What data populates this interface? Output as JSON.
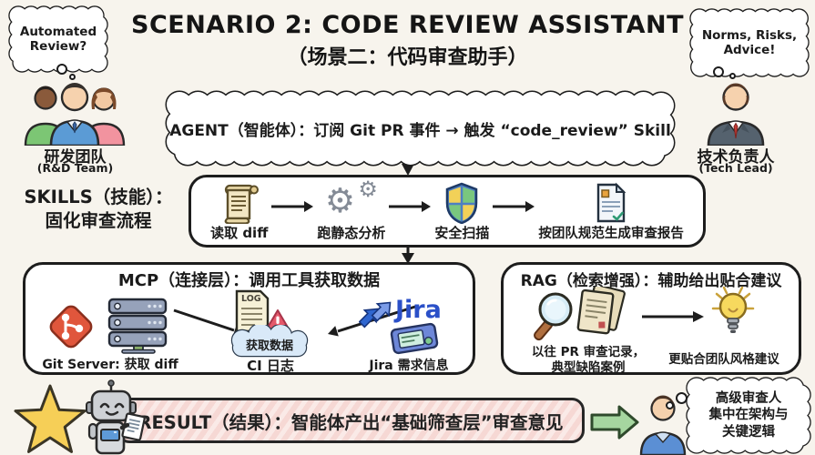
{
  "header": {
    "title": "SCENARIO 2: CODE REVIEW ASSISTANT",
    "subtitle": "（场景二：代码审查助手）"
  },
  "rd_team": {
    "thought_line1": "Automated",
    "thought_line2": "Review?",
    "name": "研发团队",
    "subname": "(R&D Team)"
  },
  "tech_lead": {
    "thought_line1": "Norms, Risks,",
    "thought_line2": "Advice!",
    "name": "技术负责人",
    "subname": "(Tech Lead)"
  },
  "agent": {
    "text": "AGENT（智能体）：订阅 Git PR 事件 → 触发 “code_review” Skill"
  },
  "skills": {
    "label1": "SKILLS（技能）：",
    "label2": "固化审查流程",
    "steps": [
      {
        "icon": "scroll-icon",
        "label": "读取 diff"
      },
      {
        "icon": "gears-icon",
        "label": "跑静态分析"
      },
      {
        "icon": "shield-icon",
        "label": "安全扫描"
      },
      {
        "icon": "report-icon",
        "label": "按团队规范生成审查报告"
      }
    ]
  },
  "mcp": {
    "title": "MCP（连接层）：调用工具获取数据",
    "git_label": "Git Server: 获取 diff",
    "ci_doc_text": "LOG",
    "ci_badge": "获取数据",
    "ci_label": "CI 日志",
    "jira_logo": "Jira",
    "jira_label": "Jira 需求信息"
  },
  "rag": {
    "title": "RAG（检索增强）：辅助给出贴合建议",
    "source1": "以往 PR 审查记录，",
    "source2": "典型缺陷案例",
    "output": "更贴合团队风格建议"
  },
  "result": {
    "text": "RESULT（结果）：智能体产出“基础筛查层”审查意见",
    "thought1": "高级审查人",
    "thought2": "集中在架构与",
    "thought3": "关键逻辑"
  },
  "icons": {
    "gear_glyph": "⚙"
  },
  "colors": {
    "background": "#f7f4ed",
    "banner_pink": "#f6d8d4",
    "star_yellow": "#f6cf57",
    "result_arrow_green": "#a6d6a0",
    "jira_blue": "#2b50c8",
    "warning_red": "#e4596b",
    "git_orange": "#e0563c",
    "shield_blue": "#4d7fc3",
    "bulb_yellow": "#f7d95e",
    "ci_cloud_blue": "#d9e9f8"
  }
}
